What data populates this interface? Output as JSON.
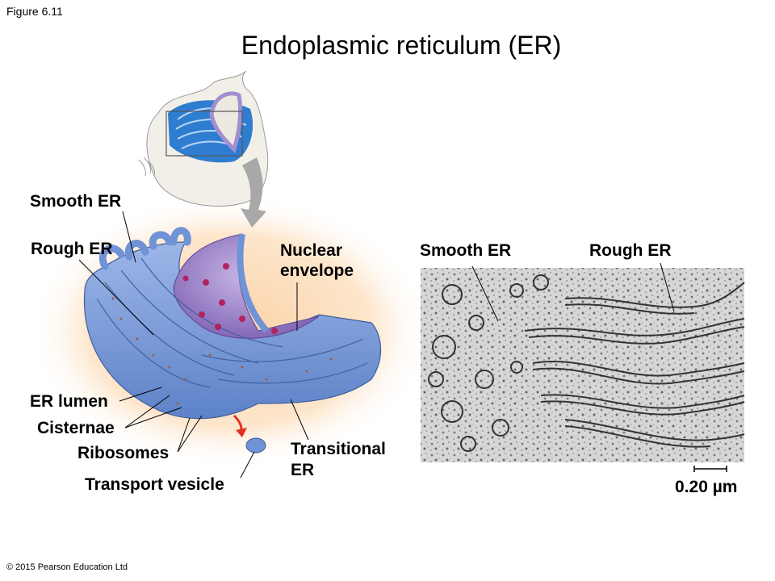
{
  "figure_label": "Figure 6.11",
  "title": "Endoplasmic reticulum (ER)",
  "illustration": {
    "labels": {
      "smooth_er": "Smooth ER",
      "rough_er": "Rough ER",
      "nuclear_envelope_1": "Nuclear",
      "nuclear_envelope_2": "envelope",
      "er_lumen": "ER lumen",
      "cisternae": "Cisternae",
      "ribosomes": "Ribosomes",
      "transport_vesicle": "Transport vesicle",
      "transitional_er_1": "Transitional",
      "transitional_er_2": "ER"
    },
    "colors": {
      "er_blue": "#6f93d6",
      "nucleus_purple": "#8a74c0",
      "glow": "#fbd9b4",
      "arrow_red": "#e0301e"
    }
  },
  "micrograph": {
    "labels": {
      "smooth_er": "Smooth ER",
      "rough_er": "Rough ER"
    },
    "scale_bar": "0.20 µm"
  },
  "copyright": "© 2015 Pearson Education Ltd"
}
